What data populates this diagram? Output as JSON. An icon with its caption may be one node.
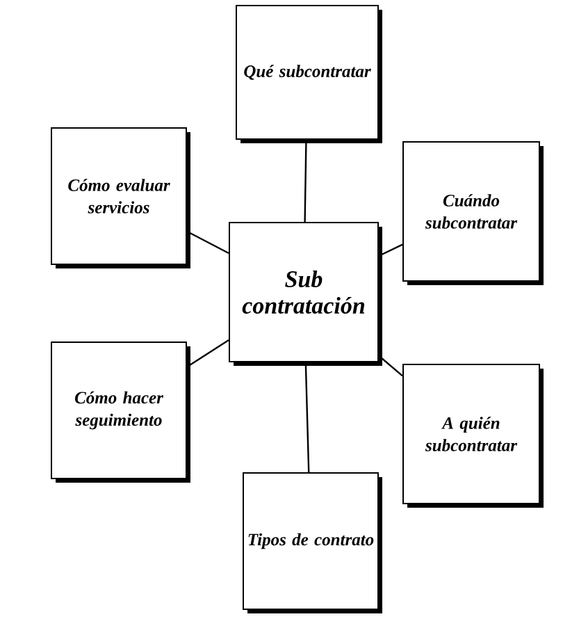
{
  "diagram": {
    "nodes": [
      {
        "text": [
          "Qué subcontratar"
        ]
      },
      {
        "text": [
          "Cómo evaluar servicios"
        ]
      },
      {
        "text": [
          "Cuándo subcontratar"
        ]
      },
      {
        "text": [
          "Sub contratación"
        ]
      },
      {
        "text": [
          "Cómo hacer seguimiento"
        ]
      },
      {
        "text": [
          "A quién subcontratar"
        ]
      },
      {
        "text": [
          "Tipos de contrato"
        ]
      }
    ],
    "edges": [
      {
        "from": 3,
        "to": 0,
        "arrow": "none"
      },
      {
        "from": 3,
        "to": 1,
        "arrow": "none"
      },
      {
        "from": 3,
        "to": 2,
        "arrow": "none"
      },
      {
        "from": 3,
        "to": 4,
        "arrow": "none"
      },
      {
        "from": 3,
        "to": 5,
        "arrow": "none"
      },
      {
        "from": 3,
        "to": 6,
        "arrow": "none"
      }
    ]
  }
}
